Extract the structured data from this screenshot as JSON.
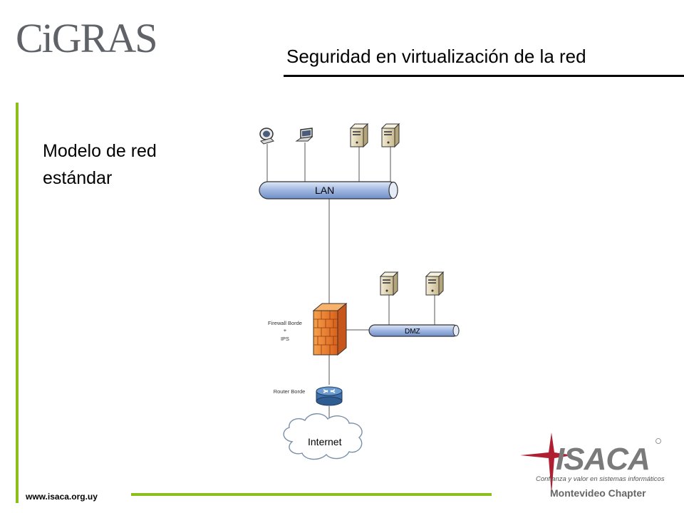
{
  "header": {
    "logo_text": "CiGRAS",
    "title": "Seguridad en virtualización de la red"
  },
  "content": {
    "subtitle_line1": "Modelo de red",
    "subtitle_line2": "estándar"
  },
  "diagram": {
    "lan_label": "LAN",
    "dmz_label": "DMZ",
    "firewall_label_line1": "Firewall Borde",
    "firewall_label_line2": "+",
    "firewall_label_line3": "IPS",
    "router_label": "Router Borde",
    "internet_label": "Internet"
  },
  "footer": {
    "url": "www.isaca.org.uy",
    "isaca_wordmark": "ISACA",
    "isaca_tagline": "Confianza y valor en sistemas informáticos",
    "isaca_chapter": "Montevideo Chapter"
  },
  "colors": {
    "accent_green": "#8cbe1e",
    "cigras_gray": "#5f6368",
    "cigras_dot": "#8cbe1e",
    "isaca_red": "#b01e32",
    "isaca_gray": "#7a7a7a"
  }
}
